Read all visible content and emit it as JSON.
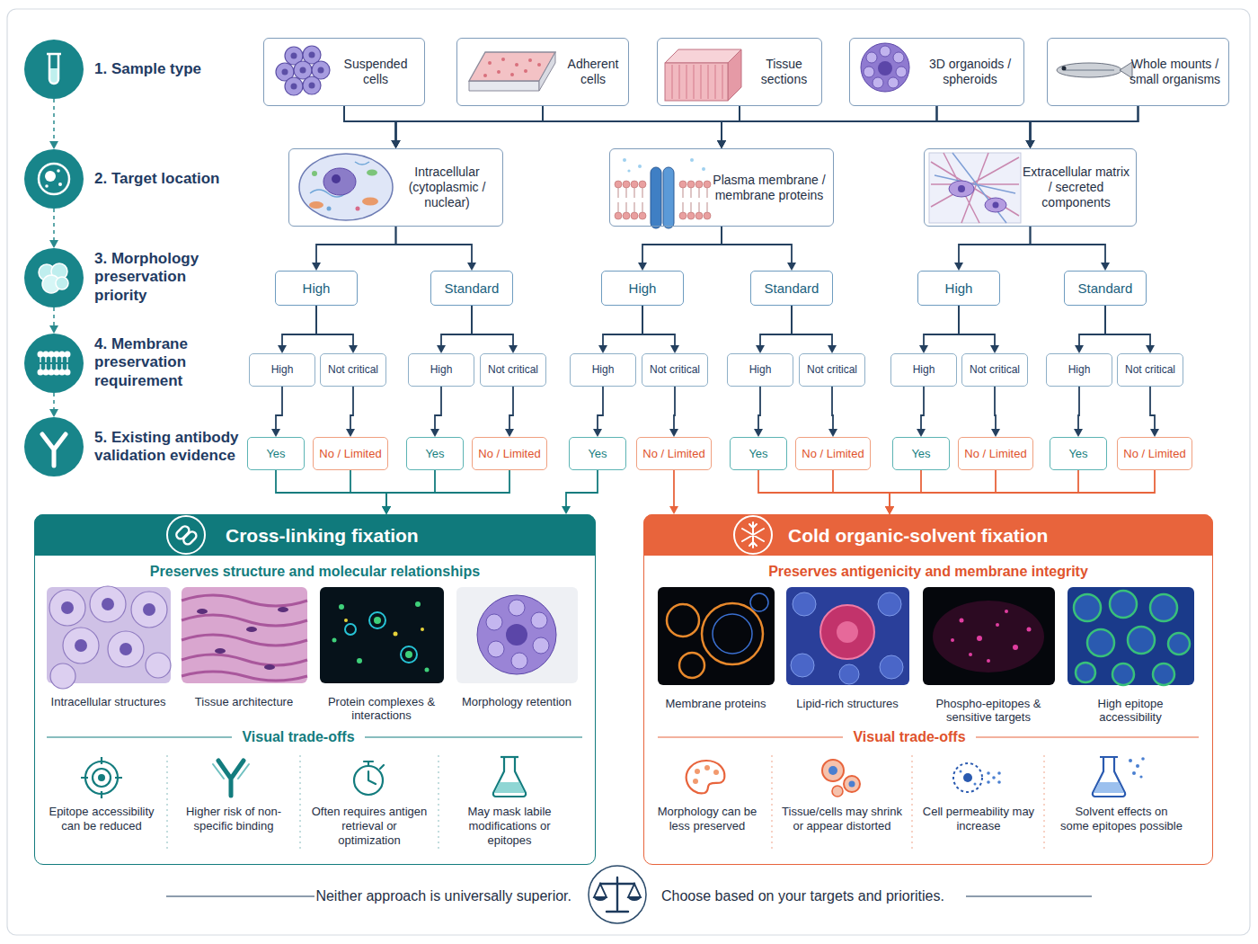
{
  "diagram": {
    "nodes": [
      {
        "text": [
          "1. Sample type"
        ]
      },
      {
        "text": [
          "2. Target location"
        ]
      },
      {
        "text": [
          "3. Morphology preservation priority"
        ]
      },
      {
        "text": [
          "4. Membrane preservation requirement"
        ]
      },
      {
        "text": [
          "5. Existing antibody validation evidence"
        ]
      },
      {
        "text": [
          "Suspended cells"
        ]
      },
      {
        "text": [
          "Adherent cells"
        ]
      },
      {
        "text": [
          "Tissue sections"
        ]
      },
      {
        "text": [
          "3D organoids / spheroids"
        ]
      },
      {
        "text": [
          "Whole mounts / small organisms"
        ]
      },
      {
        "text": [
          "Intracellular (cytoplasmic / nuclear)"
        ]
      },
      {
        "text": [
          "Plasma membrane / membrane proteins"
        ]
      },
      {
        "text": [
          "Extracellular matrix / secreted components"
        ]
      },
      {
        "text": [
          "High"
        ]
      },
      {
        "text": [
          "Standard"
        ]
      },
      {
        "text": [
          "High"
        ]
      },
      {
        "text": [
          "Standard"
        ]
      },
      {
        "text": [
          "High"
        ]
      },
      {
        "text": [
          "Standard"
        ]
      },
      {
        "text": [
          "High"
        ]
      },
      {
        "text": [
          "Not critical"
        ]
      },
      {
        "text": [
          "High"
        ]
      },
      {
        "text": [
          "Not critical"
        ]
      },
      {
        "text": [
          "High"
        ]
      },
      {
        "text": [
          "Not critical"
        ]
      },
      {
        "text": [
          "High"
        ]
      },
      {
        "text": [
          "Not critical"
        ]
      },
      {
        "text": [
          "High"
        ]
      },
      {
        "text": [
          "Not critical"
        ]
      },
      {
        "text": [
          "High"
        ]
      },
      {
        "text": [
          "Not critical"
        ]
      },
      {
        "text": [
          "Yes"
        ]
      },
      {
        "text": [
          "No / Limited"
        ]
      },
      {
        "text": [
          "Yes"
        ]
      },
      {
        "text": [
          "No / Limited"
        ]
      },
      {
        "text": [
          "Yes"
        ]
      },
      {
        "text": [
          "No / Limited"
        ]
      },
      {
        "text": [
          "Yes"
        ]
      },
      {
        "text": [
          "No / Limited"
        ]
      },
      {
        "text": [
          "Yes"
        ]
      },
      {
        "text": [
          "No / Limited"
        ]
      },
      {
        "text": [
          "Yes"
        ]
      },
      {
        "text": [
          "No / Limited"
        ]
      },
      {
        "text": [
          "Cross-linking fixation",
          "Preserves structure and molecular relationships"
        ]
      },
      {
        "text": [
          "Intracellular structures"
        ],
        "in": 43
      },
      {
        "text": [
          "Tissue architecture"
        ],
        "in": 43
      },
      {
        "text": [
          "Protein complexes & interactions"
        ],
        "in": 43
      },
      {
        "text": [
          "Morphology retention"
        ],
        "in": 43
      },
      {
        "text": [
          "Cold organic-solvent fixation",
          "Preserves antigenicity and membrane integrity"
        ]
      },
      {
        "text": [
          "Membrane proteins"
        ],
        "in": 48
      },
      {
        "text": [
          "Lipid-rich structures"
        ],
        "in": 48
      },
      {
        "text": [
          "Phospho-epitopes & sensitive targets"
        ],
        "in": 48
      },
      {
        "text": [
          "High epitope accessibility"
        ],
        "in": 48
      }
    ],
    "edges": [
      {
        "from": 0,
        "to": 1,
        "arrow": "to"
      },
      {
        "from": 1,
        "to": 2,
        "arrow": "to"
      },
      {
        "from": 2,
        "to": 3,
        "arrow": "to"
      },
      {
        "from": 3,
        "to": 4,
        "arrow": "to"
      },
      {
        "from": 5,
        "to": 10,
        "arrow": "to"
      },
      {
        "from": 5,
        "to": 11,
        "arrow": "to"
      },
      {
        "from": 5,
        "to": 12,
        "arrow": "to"
      },
      {
        "from": 6,
        "to": 10,
        "arrow": "to"
      },
      {
        "from": 6,
        "to": 11,
        "arrow": "to"
      },
      {
        "from": 6,
        "to": 12,
        "arrow": "to"
      },
      {
        "from": 7,
        "to": 10,
        "arrow": "to"
      },
      {
        "from": 7,
        "to": 11,
        "arrow": "to"
      },
      {
        "from": 7,
        "to": 12,
        "arrow": "to"
      },
      {
        "from": 8,
        "to": 10,
        "arrow": "to"
      },
      {
        "from": 8,
        "to": 11,
        "arrow": "to"
      },
      {
        "from": 8,
        "to": 12,
        "arrow": "to"
      },
      {
        "from": 9,
        "to": 10,
        "arrow": "to"
      },
      {
        "from": 9,
        "to": 11,
        "arrow": "to"
      },
      {
        "from": 9,
        "to": 12,
        "arrow": "to"
      },
      {
        "from": 10,
        "to": 13,
        "arrow": "to"
      },
      {
        "from": 10,
        "to": 14,
        "arrow": "to"
      },
      {
        "from": 11,
        "to": 15,
        "arrow": "to"
      },
      {
        "from": 11,
        "to": 16,
        "arrow": "to"
      },
      {
        "from": 12,
        "to": 17,
        "arrow": "to"
      },
      {
        "from": 12,
        "to": 18,
        "arrow": "to"
      },
      {
        "from": 13,
        "to": 19,
        "arrow": "to"
      },
      {
        "from": 13,
        "to": 20,
        "arrow": "to"
      },
      {
        "from": 14,
        "to": 21,
        "arrow": "to"
      },
      {
        "from": 14,
        "to": 22,
        "arrow": "to"
      },
      {
        "from": 15,
        "to": 23,
        "arrow": "to"
      },
      {
        "from": 15,
        "to": 24,
        "arrow": "to"
      },
      {
        "from": 16,
        "to": 25,
        "arrow": "to"
      },
      {
        "from": 16,
        "to": 26,
        "arrow": "to"
      },
      {
        "from": 17,
        "to": 27,
        "arrow": "to"
      },
      {
        "from": 17,
        "to": 28,
        "arrow": "to"
      },
      {
        "from": 18,
        "to": 29,
        "arrow": "to"
      },
      {
        "from": 18,
        "to": 30,
        "arrow": "to"
      },
      {
        "from": 19,
        "to": 31,
        "arrow": "to"
      },
      {
        "from": 20,
        "to": 32,
        "arrow": "to"
      },
      {
        "from": 21,
        "to": 33,
        "arrow": "to"
      },
      {
        "from": 22,
        "to": 34,
        "arrow": "to"
      },
      {
        "from": 23,
        "to": 35,
        "arrow": "to"
      },
      {
        "from": 24,
        "to": 36,
        "arrow": "to"
      },
      {
        "from": 25,
        "to": 37,
        "arrow": "to"
      },
      {
        "from": 26,
        "to": 38,
        "arrow": "to"
      },
      {
        "from": 27,
        "to": 39,
        "arrow": "to"
      },
      {
        "from": 28,
        "to": 40,
        "arrow": "to"
      },
      {
        "from": 29,
        "to": 41,
        "arrow": "to"
      },
      {
        "from": 30,
        "to": 42,
        "arrow": "to"
      },
      {
        "from": 31,
        "to": 43,
        "arrow": "to"
      },
      {
        "from": 32,
        "to": 43,
        "arrow": "to"
      },
      {
        "from": 33,
        "to": 43,
        "arrow": "to"
      },
      {
        "from": 34,
        "to": 43,
        "arrow": "to"
      },
      {
        "from": 35,
        "to": 43,
        "arrow": "to"
      },
      {
        "from": 36,
        "to": 48,
        "arrow": "to"
      },
      {
        "from": 37,
        "to": 48,
        "arrow": "to"
      },
      {
        "from": 38,
        "to": 48,
        "arrow": "to"
      },
      {
        "from": 39,
        "to": 48,
        "arrow": "to"
      },
      {
        "from": 40,
        "to": 48,
        "arrow": "to"
      },
      {
        "from": 41,
        "to": 48,
        "arrow": "to"
      },
      {
        "from": 42,
        "to": 48,
        "arrow": "to"
      }
    ],
    "labels": [
      "Visual trade-offs",
      "Epitope accessibility can be reduced",
      "Higher risk of non-specific binding",
      "Often requires antigen retrieval or optimization",
      "May mask labile modifications or epitopes",
      "Visual trade-offs",
      "Morphology can be less preserved",
      "Tissue/cells may shrink or appear distorted",
      "Cell permeability may increase",
      "Solvent effects on some epitopes possible",
      "Neither approach is universally superior.",
      "Choose based on your targets and priorities."
    ]
  }
}
